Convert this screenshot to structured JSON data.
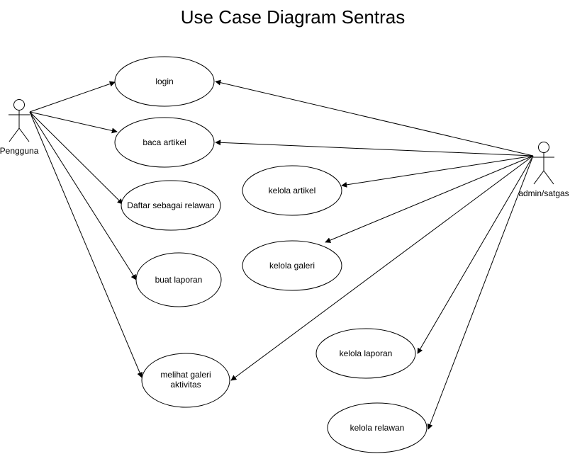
{
  "diagram": {
    "title": "Use Case Diagram Sentras",
    "actors": {
      "pengguna": "Pengguna",
      "admin": "admin/satgas"
    },
    "use_cases": {
      "login": "login",
      "baca_artikel": "baca artikel",
      "daftar_relawan": "Daftar sebagai relawan",
      "buat_laporan": "buat laporan",
      "galeri_aktivitas_line1": "melihat galeri",
      "galeri_aktivitas_line2": "aktivitas",
      "kelola_artikel": "kelola artikel",
      "kelola_galeri": "kelola galeri",
      "kelola_laporan": "kelola laporan",
      "kelola_relawan": "kelola relawan"
    },
    "associations": [
      {
        "from": "Pengguna",
        "to": "login"
      },
      {
        "from": "Pengguna",
        "to": "baca artikel"
      },
      {
        "from": "Pengguna",
        "to": "Daftar sebagai relawan"
      },
      {
        "from": "Pengguna",
        "to": "buat laporan"
      },
      {
        "from": "Pengguna",
        "to": "melihat galeri aktivitas"
      },
      {
        "from": "admin/satgas",
        "to": "login"
      },
      {
        "from": "admin/satgas",
        "to": "baca artikel"
      },
      {
        "from": "admin/satgas",
        "to": "kelola artikel"
      },
      {
        "from": "admin/satgas",
        "to": "kelola galeri"
      },
      {
        "from": "admin/satgas",
        "to": "melihat galeri aktivitas"
      },
      {
        "from": "admin/satgas",
        "to": "kelola laporan"
      },
      {
        "from": "admin/satgas",
        "to": "kelola relawan"
      }
    ]
  }
}
